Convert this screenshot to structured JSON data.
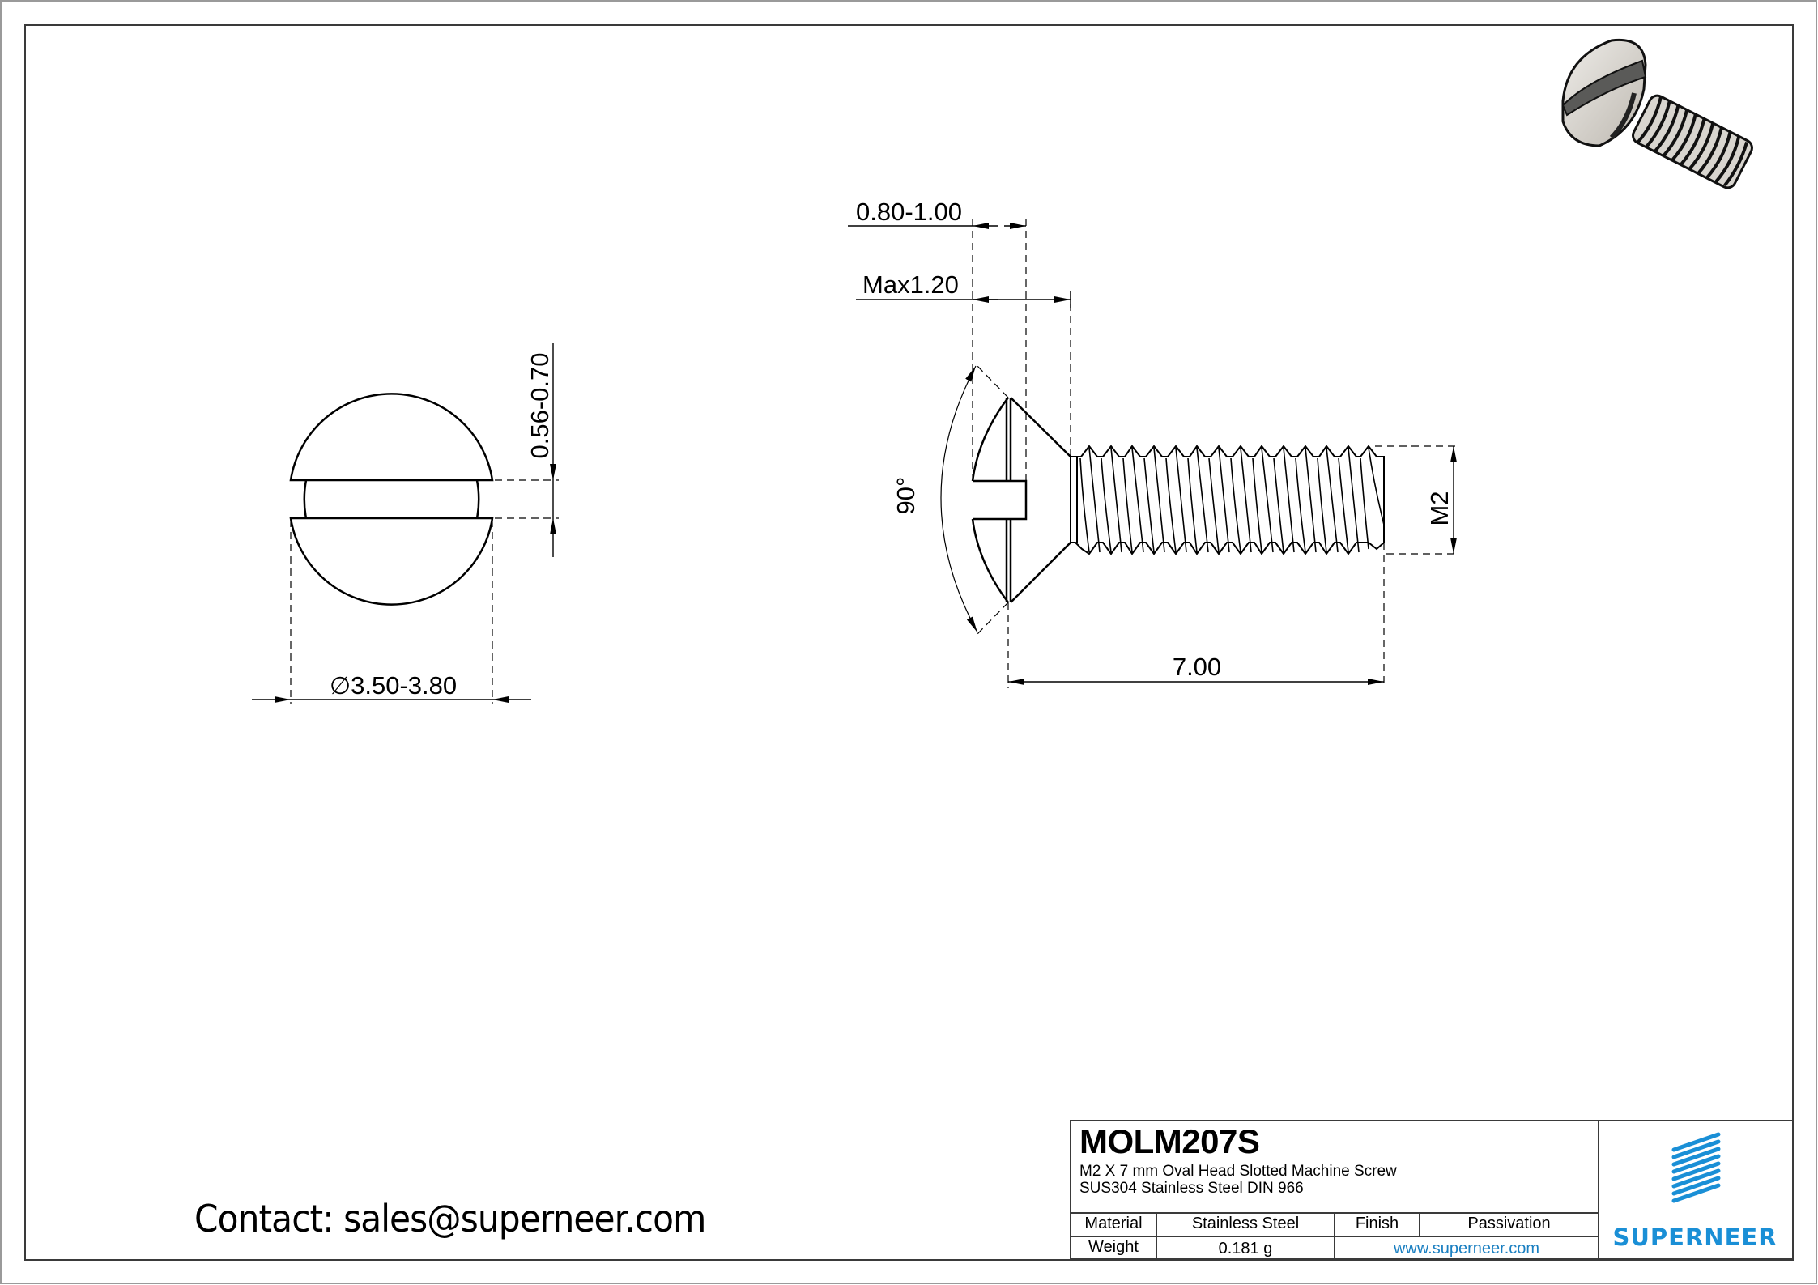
{
  "drawing": {
    "type": "engineering-drawing",
    "subject": "Oval Head Slotted Machine Screw"
  },
  "views": {
    "top_view": {
      "label": "head-top-view",
      "dim_slot_width": "0.56-0.70",
      "dim_head_diameter": "3.50-3.80",
      "diameter_symbol": "∅"
    },
    "side_view": {
      "label": "side-view",
      "dim_slot_depth": "0.80-1.00",
      "dim_head_height": "Max1.20",
      "dim_angle": "90°",
      "dim_thread": "M2",
      "dim_length": "7.00"
    },
    "iso_view": {
      "label": "isometric-3d-render"
    }
  },
  "title_block": {
    "part_number": "MOLM207S",
    "description_line1": "M2 X 7 mm  Oval Head Slotted Machine Screw",
    "description_line2": "SUS304 Stainless Steel DIN 966",
    "rows": [
      {
        "label1": "Material",
        "value1": "Stainless Steel",
        "label2": "Finish",
        "value2": "Passivation"
      },
      {
        "label1": "Weight",
        "value1": "0.181 g",
        "link": "www.superneer.com"
      }
    ],
    "logo_text": "SUPERNEER"
  },
  "contact": {
    "text": "Contact: sales@superneer.com"
  },
  "colors": {
    "line": "#000000",
    "frame": "#4a4a4a",
    "brand_blue": "#1a8fd6",
    "link_blue": "#1a7fc1",
    "steel_light": "#d9d6d0",
    "steel_dark": "#5a5a58"
  }
}
